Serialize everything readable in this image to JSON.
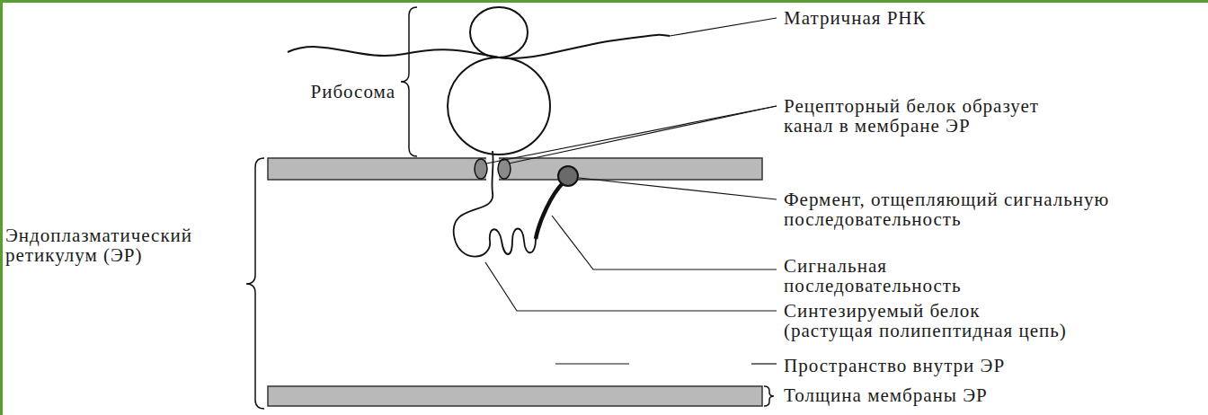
{
  "diagram": {
    "labels": [
      "Матричная РНК",
      "Рибосома",
      "Рецепторный белок образует канал в мембране ЭР",
      "Фермент, отщепляющий сигнальную последовательность",
      "Эндоплазматический ретикулум (ЭР)",
      "Сигнальная последовательность",
      "Синтезируемый белок (растущая полипептидная цепь)",
      "Пространство внутри ЭР",
      "Толщина мембраны ЭР"
    ]
  }
}
